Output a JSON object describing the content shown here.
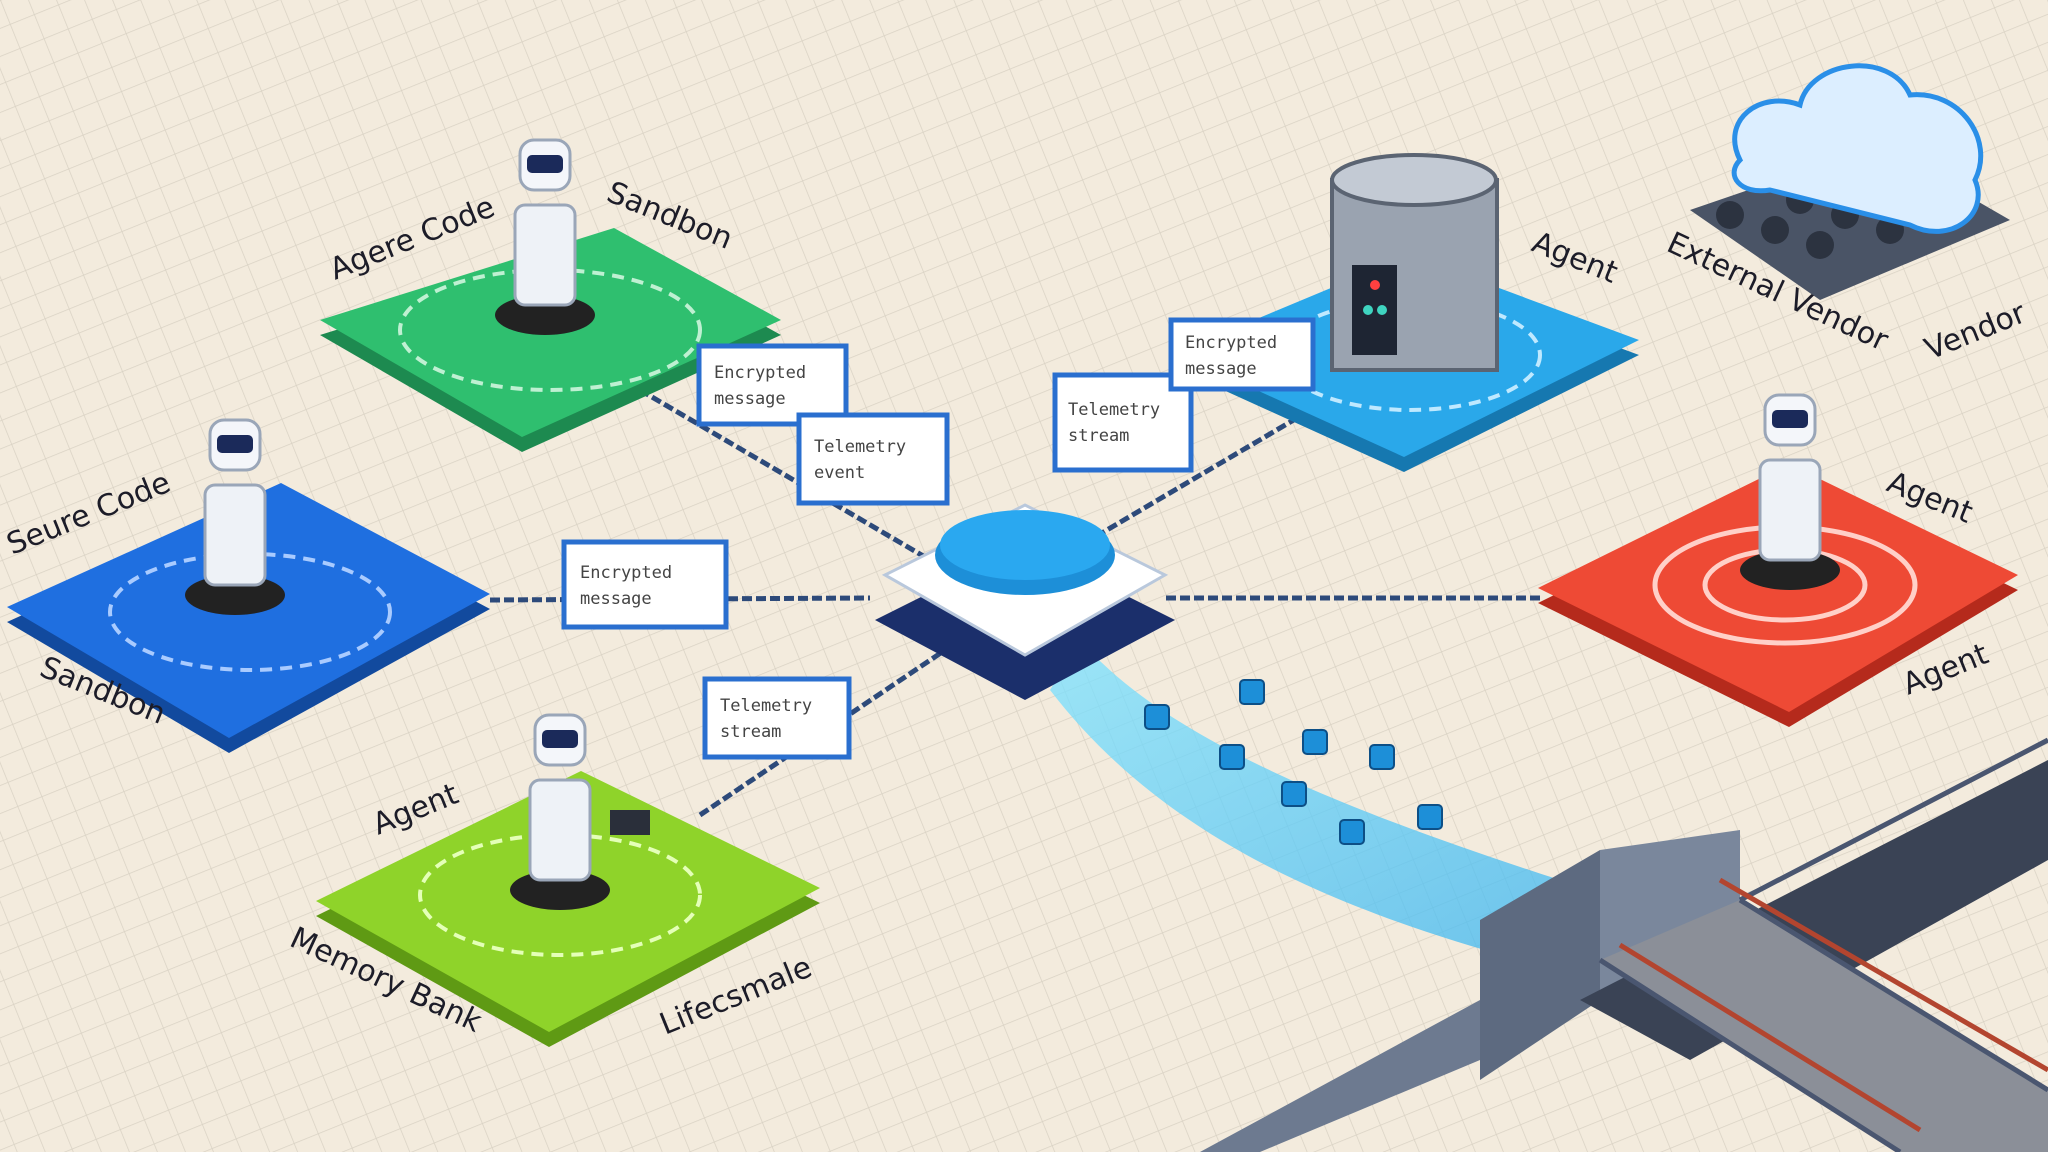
{
  "labels": {
    "green_left": "Agere Code",
    "green_right": "Sandbon",
    "blue_top": "Seure Code",
    "blue_bottom": "Sandbon",
    "lime_top": "Agent",
    "lime_left": "Memory Bank",
    "lime_right": "Lifecsmale",
    "cyan_agent": "Agent",
    "vendor_main": "External Vendor",
    "vendor_side": "Vendor",
    "red_top": "Agent",
    "red_bottom": "Agent"
  },
  "bubbles": [
    {
      "line1": "Encrypted",
      "line2": "message"
    },
    {
      "line1": "Telemetry",
      "line2": "event"
    },
    {
      "line1": "Encrypted",
      "line2": "message"
    },
    {
      "line1": "Telemetry",
      "line2": "stream"
    },
    {
      "line1": "Telemetry",
      "line2": "stream"
    },
    {
      "line1": "Encrypted",
      "line2": "message"
    }
  ],
  "colors": {
    "background": "#f3ebdd",
    "green_tile": "#2fbf6f",
    "blue_tile": "#1f6fe0",
    "lime_tile": "#8fd32a",
    "cyan_tile": "#2aa8ea",
    "red_tile": "#ee4a35",
    "hub": "#2aa8f0",
    "line": "#2d4a7a"
  }
}
